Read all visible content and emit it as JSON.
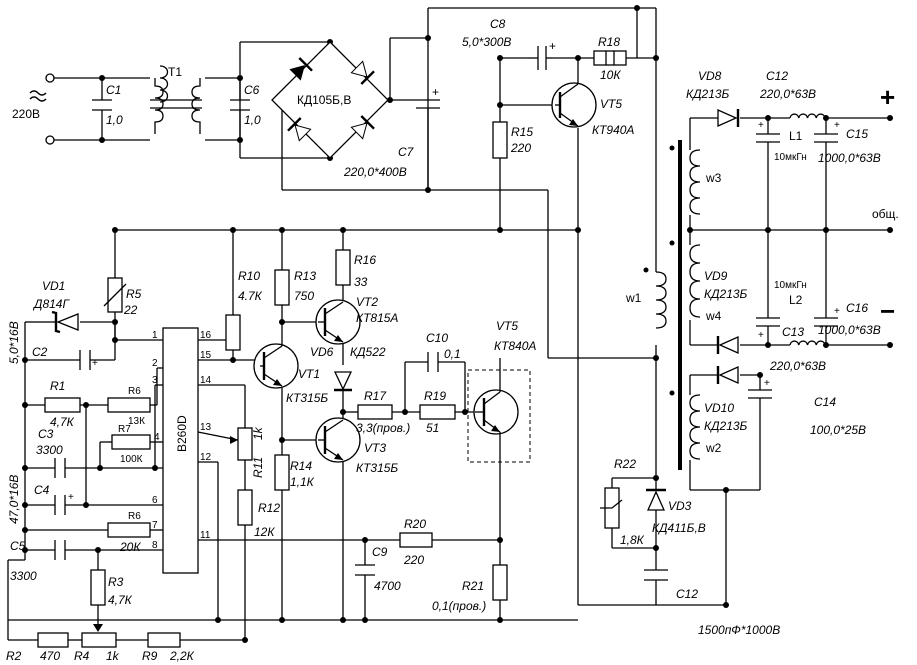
{
  "mains": {
    "voltage": "220В"
  },
  "components": {
    "C1": {
      "name": "C1",
      "value": "1,0"
    },
    "T1": {
      "name": "T1"
    },
    "C6": {
      "name": "C6",
      "value": "1,0"
    },
    "bridge": {
      "name": "КД105Б,В"
    },
    "C7": {
      "name": "C7",
      "value": "220,0*400В"
    },
    "C8": {
      "name": "C8",
      "value": "5,0*300В"
    },
    "R18": {
      "name": "R18",
      "value": "10К"
    },
    "R15": {
      "name": "R15",
      "value": "220"
    },
    "VT5_top": {
      "name": "VT5",
      "value": "КТ940А"
    },
    "VD8": {
      "name": "VD8",
      "value": "КД213Б"
    },
    "C12_out": {
      "name": "C12",
      "value": "220,0*63В"
    },
    "L1": {
      "name": "L1",
      "value": "10мкГн"
    },
    "C15": {
      "name": "C15",
      "value": "1000,0*63В"
    },
    "w3": {
      "name": "w3"
    },
    "w1": {
      "name": "w1"
    },
    "w4": {
      "name": "w4"
    },
    "w2": {
      "name": "w2"
    },
    "VD9": {
      "name": "VD9",
      "value": "КД213Б"
    },
    "L2": {
      "name": "L2",
      "value": "10мкГн"
    },
    "C16": {
      "name": "C16",
      "value": "1000,0*63В"
    },
    "C13": {
      "name": "C13",
      "value": "220,0*63В"
    },
    "VD10": {
      "name": "VD10",
      "value": "КД213Б"
    },
    "C14": {
      "name": "C14",
      "value": "100,0*25В"
    },
    "VD1": {
      "name": "VD1",
      "value": "Д814Г"
    },
    "R5": {
      "name": "R5",
      "value": "22"
    },
    "C2": {
      "name": "C2",
      "value": "5,0*16В"
    },
    "R1": {
      "name": "R1",
      "value": "4,7К"
    },
    "R6a": {
      "name": "R6",
      "value": "13К"
    },
    "R7": {
      "name": "R7",
      "value": "100К"
    },
    "C3": {
      "name": "C3",
      "value": "3300"
    },
    "C4": {
      "name": "C4",
      "value": "47,0*16В"
    },
    "R6b": {
      "name": "R6",
      "value": "20К"
    },
    "C5": {
      "name": "C5",
      "value": "3300"
    },
    "R3": {
      "name": "R3",
      "value": "4,7К"
    },
    "R2": {
      "name": "R2",
      "value": "470"
    },
    "R4": {
      "name": "R4",
      "value": "1k"
    },
    "R9": {
      "name": "R9",
      "value": "2,2К"
    },
    "chip": {
      "name": "B260D"
    },
    "R10": {
      "name": "R10",
      "value": "4.7К"
    },
    "R13": {
      "name": "R13",
      "value": "750"
    },
    "R16": {
      "name": "R16",
      "value": "33"
    },
    "VT2": {
      "name": "VT2",
      "value": "КТ815А"
    },
    "VD6": {
      "name": "VD6",
      "value": "КД522"
    },
    "VT1": {
      "name": "VT1",
      "value": "КТ315Б"
    },
    "R11": {
      "name": "R11",
      "value": "1k"
    },
    "R12": {
      "name": "R12",
      "value": "12К"
    },
    "R14": {
      "name": "R14",
      "value": "1,1К"
    },
    "R17": {
      "name": "R17",
      "value": "3,3(пров.)"
    },
    "R19": {
      "name": "R19",
      "value": "51"
    },
    "VT3": {
      "name": "VT3",
      "value": "КТ315Б"
    },
    "C10": {
      "name": "C10",
      "value": "0,1"
    },
    "VT5_mid": {
      "name": "VT5",
      "value": "КТ840А"
    },
    "C9": {
      "name": "C9",
      "value": "4700"
    },
    "R20": {
      "name": "R20",
      "value": "220"
    },
    "R21": {
      "name": "R21",
      "value": "0,1(пров.)"
    },
    "R22": {
      "name": "R22",
      "value": "1,8К"
    },
    "VD3": {
      "name": "VD3",
      "value": "КД411Б,В"
    },
    "C12_snub": {
      "name": "C12",
      "value": "1500пФ*1000В"
    }
  },
  "outputs": {
    "plus": "+",
    "common": "общ.",
    "minus": "−"
  },
  "chip_pins": [
    "1",
    "2",
    "3",
    "4",
    "6",
    "7",
    "8",
    "16",
    "15",
    "14",
    "13",
    "12",
    "11"
  ]
}
